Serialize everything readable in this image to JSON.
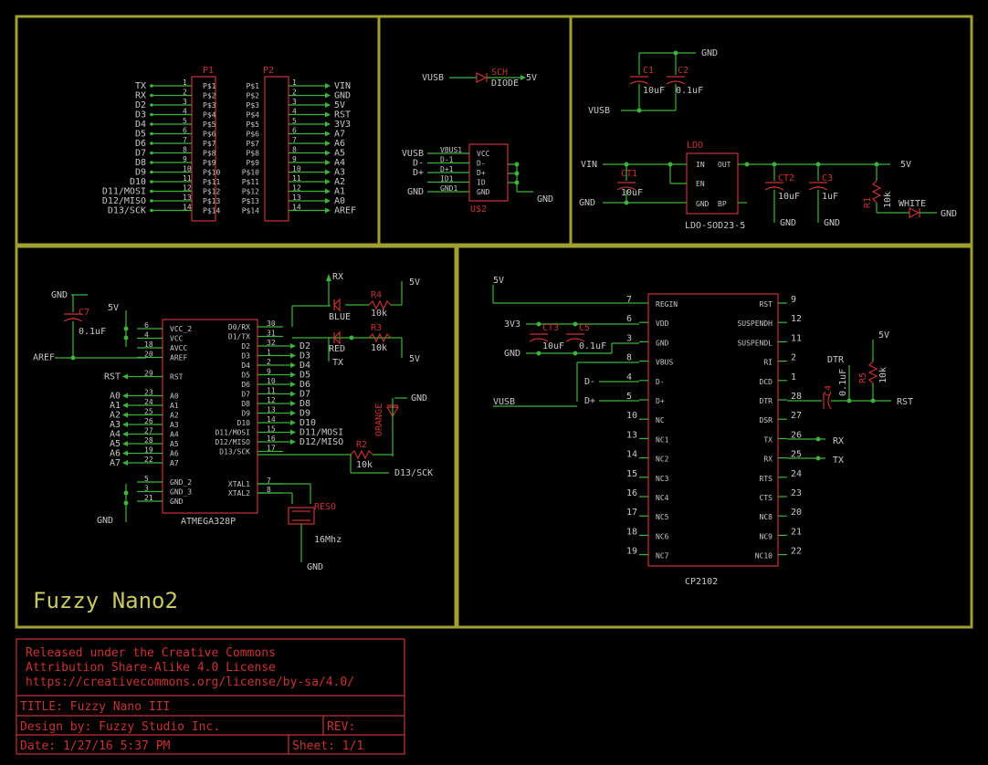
{
  "title_text": "Fuzzy Nano2",
  "license": {
    "line1": "Released under the Creative Commons",
    "line2": "Attribution Share-Alike 4.0 License",
    "line3": "https://creativecommons.org/license/by-sa/4.0/"
  },
  "title_block": {
    "title": "TITLE: Fuzzy Nano III",
    "design": "Design by: Fuzzy Studio Inc.",
    "rev": "REV:",
    "date": "Date: 1/27/16 5:37 PM",
    "sheet": "Sheet: 1/1"
  },
  "headers": {
    "p1": {
      "name": "P1",
      "left": [
        "TX",
        "RX",
        "D2",
        "D3",
        "D4",
        "D5",
        "D6",
        "D7",
        "D8",
        "D9",
        "D10",
        "D11/MOSI",
        "D12/MISO",
        "D13/SCK"
      ]
    },
    "p2": {
      "name": "P2",
      "right": [
        "VIN",
        "GND",
        "5V",
        "RST",
        "3V3",
        "A7",
        "A6",
        "A5",
        "A4",
        "A3",
        "A2",
        "A1",
        "A0",
        "AREF"
      ]
    },
    "pin_prefix": "P$"
  },
  "diode": {
    "net": "VUSB",
    "ref": "SCH",
    "val": "DIODE",
    "out": "5V"
  },
  "usb": {
    "ref": "U$2",
    "nets": [
      "VUSB",
      "D-",
      "D+",
      "",
      "GND"
    ],
    "pins": [
      "VBUS1",
      "D-1",
      "D+1",
      "ID1",
      "GND1"
    ],
    "inner": [
      "VCC",
      "D-",
      "D+",
      "ID",
      "GND"
    ],
    "gnd": "GND"
  },
  "caps_top": {
    "gnd": "GND",
    "c1": "C1",
    "c1v": "10uF",
    "c2": "C2",
    "c2v": "0.1uF",
    "net": "VUSB"
  },
  "ldo": {
    "ref": "LDO",
    "val": "LDO-SOD23-5",
    "in": "IN",
    "out": "OUT",
    "en": "EN",
    "gnd": "GND",
    "bp": "BP",
    "vin": "VIN",
    "gndnet": "GND",
    "ct1": "CT1",
    "ct1v": "10uF",
    "ct2": "CT2",
    "ct2v": "10uF",
    "c3": "C3",
    "c3v": "1uF",
    "r1": "R1",
    "r1v": "10k",
    "led": "WHITE",
    "v5": "5V"
  },
  "mcu": {
    "ref": "ATMEGA328P",
    "left_pins": [
      [
        "VCC_2",
        "6"
      ],
      [
        "VCC",
        "4"
      ],
      [
        "AVCC",
        "18"
      ],
      [
        "AREF",
        "20"
      ],
      [
        "",
        ""
      ],
      [
        "RST",
        "29"
      ],
      [
        "",
        ""
      ],
      [
        "A0",
        "23"
      ],
      [
        "A1",
        "24"
      ],
      [
        "A2",
        "25"
      ],
      [
        "A3",
        "26"
      ],
      [
        "A4",
        "27"
      ],
      [
        "A5",
        "28"
      ],
      [
        "A6",
        "19"
      ],
      [
        "A7",
        "22"
      ],
      [
        "",
        ""
      ],
      [
        "GND_2",
        "5"
      ],
      [
        "GND_3",
        "3"
      ],
      [
        "GND",
        "21"
      ]
    ],
    "left_nets": [
      "5V",
      "",
      "",
      "AREF",
      "",
      "RST",
      "",
      "A0",
      "A1",
      "A2",
      "A3",
      "A4",
      "A5",
      "A6",
      "A7",
      "",
      "",
      "",
      "GND"
    ],
    "right_pins": [
      [
        "D0/RX",
        "30"
      ],
      [
        "D1/TX",
        "31"
      ],
      [
        "D2",
        "32"
      ],
      [
        "D3",
        "1"
      ],
      [
        "D4",
        "2"
      ],
      [
        "D5",
        "9"
      ],
      [
        "D6",
        "10"
      ],
      [
        "D7",
        "11"
      ],
      [
        "D8",
        "12"
      ],
      [
        "D9",
        "13"
      ],
      [
        "D10",
        "14"
      ],
      [
        "D11/MOSI",
        "15"
      ],
      [
        "D12/MISO",
        "16"
      ],
      [
        "D13/SCK",
        "17"
      ],
      [
        "",
        ""
      ],
      [
        "XTAL1",
        "7"
      ],
      [
        "XTAL2",
        "8"
      ]
    ],
    "right_nets": [
      "",
      "",
      "D2",
      "D3",
      "D4",
      "D5",
      "D6",
      "D7",
      "D8",
      "D9",
      "D10",
      "D11/MOSI",
      "D12/MISO",
      "",
      "",
      "",
      ""
    ],
    "gnd_c7": "GND",
    "c7": "C7",
    "c7v": "0.1uF",
    "v5": "5V",
    "rx": "RX",
    "tx": "TX",
    "blue": "BLUE",
    "red": "RED",
    "r4": "R4",
    "r3": "R3",
    "r4v": "10k",
    "r3v": "10k",
    "orange": "ORANGE",
    "r2": "R2",
    "r2v": "10k",
    "sck": "D13/SCK",
    "reso": "RESO",
    "freq": "16Mhz",
    "gnd": "GND",
    "v5b": "5V",
    "v5c": "5V"
  },
  "cp": {
    "ref": "CP2102",
    "left_pins": [
      [
        "REGIN",
        "7"
      ],
      [
        "VDD",
        "6"
      ],
      [
        "GND",
        "3"
      ],
      [
        "VBUS",
        "8"
      ],
      [
        "D-",
        "4"
      ],
      [
        "D+",
        "5"
      ],
      [
        "NC",
        "10"
      ],
      [
        "NC1",
        "13"
      ],
      [
        "NC2",
        "14"
      ],
      [
        "NC3",
        "15"
      ],
      [
        "NC4",
        "16"
      ],
      [
        "NC5",
        "17"
      ],
      [
        "NC6",
        "18"
      ],
      [
        "NC7",
        "19"
      ]
    ],
    "right_pins": [
      [
        "RST",
        "9"
      ],
      [
        "SUSPENDH",
        "12"
      ],
      [
        "SUSPENDL",
        "11"
      ],
      [
        "RI",
        "2"
      ],
      [
        "DCD",
        "1"
      ],
      [
        "DTR",
        "28"
      ],
      [
        "DSR",
        "27"
      ],
      [
        "TX",
        "26"
      ],
      [
        "RX",
        "25"
      ],
      [
        "RTS",
        "24"
      ],
      [
        "CTS",
        "23"
      ],
      [
        "NC8",
        "20"
      ],
      [
        "NC9",
        "21"
      ],
      [
        "NC10",
        "22"
      ]
    ],
    "v5": "5V",
    "v33": "3V3",
    "gnd": "GND",
    "ct3": "CT3",
    "ct3v": "10uF",
    "c5": "C5",
    "c5v": "0.1uF",
    "dm": "D-",
    "dp": "D+",
    "vusb": "VUSB",
    "c4": "C4",
    "c4v": "0.1uF",
    "r5": "R5",
    "r5v": "10k",
    "dtr": "DTR",
    "rst": "RST",
    "rx": "RX",
    "tx": "TX",
    "v5r": "5V"
  }
}
